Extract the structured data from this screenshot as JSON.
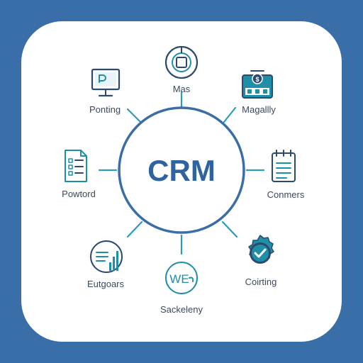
{
  "center": {
    "label": "CRM"
  },
  "nodes": [
    {
      "id": "top",
      "label": "Mas",
      "icon": "target-circle-icon"
    },
    {
      "id": "top-right",
      "label": "Magallly",
      "icon": "storefront-icon"
    },
    {
      "id": "right",
      "label": "Conmers",
      "icon": "notepad-icon"
    },
    {
      "id": "bottom-right",
      "label": "Coirting",
      "icon": "check-badge-icon"
    },
    {
      "id": "bottom",
      "label": "Sackeleny",
      "icon": "we-logo-icon"
    },
    {
      "id": "bottom-left",
      "label": "Eutgoars",
      "icon": "bar-chart-circle-icon"
    },
    {
      "id": "left",
      "label": "Powtord",
      "icon": "document-list-icon"
    },
    {
      "id": "top-left",
      "label": "Ponting",
      "icon": "monitor-icon"
    }
  ],
  "colors": {
    "background": "#3a6ea8",
    "card": "#ffffff",
    "ring": "#3b6ea5",
    "center_text": "#2f62a0",
    "connector": "#2a9bb8",
    "icon_teal": "#1f8fa8",
    "icon_navy": "#2c4a6e",
    "label": "#3b4a5c"
  }
}
